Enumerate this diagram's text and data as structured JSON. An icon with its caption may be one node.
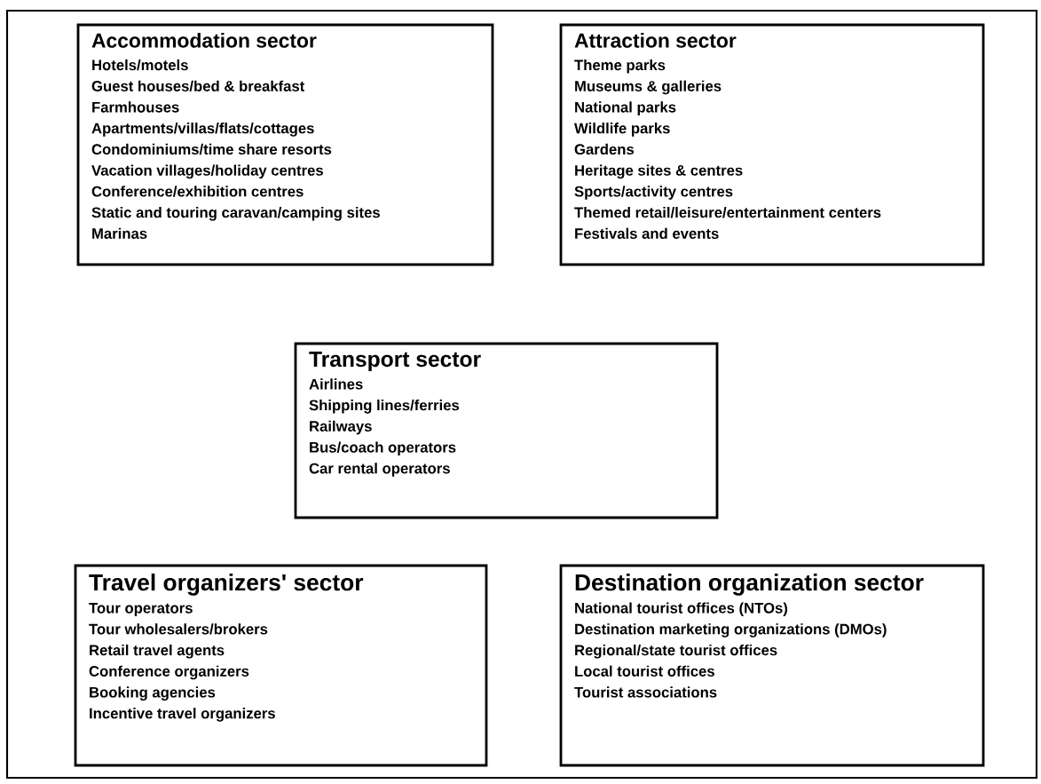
{
  "diagram": {
    "nodes": [
      {
        "text": [
          "Accommodation sector",
          "Hotels/motels",
          "Guest houses/bed & breakfast",
          "Farmhouses",
          "Apartments/villas/flats/cottages",
          "Condominiums/time share resorts",
          "Vacation villages/holiday centres",
          "Conference/exhibition centres",
          "Static and touring caravan/camping sites",
          "Marinas"
        ]
      },
      {
        "text": [
          "Attraction sector",
          "Theme parks",
          "Museums & galleries",
          "National parks",
          "Wildlife parks",
          "Gardens",
          "Heritage sites & centres",
          "Sports/activity centres",
          "Themed retail/leisure/entertainment centers",
          "Festivals and events"
        ]
      },
      {
        "text": [
          "Transport sector",
          "Airlines",
          "Shipping lines/ferries",
          "Railways",
          "Bus/coach operators",
          "Car rental operators"
        ]
      },
      {
        "text": [
          "Travel organizers' sector",
          "Tour operators",
          "Tour wholesalers/brokers",
          "Retail travel agents",
          "Conference organizers",
          "Booking agencies",
          "Incentive travel organizers"
        ]
      },
      {
        "text": [
          "Destination organization sector",
          "National tourist offices (NTOs)",
          "Destination marketing organizations (DMOs)",
          "Regional/state tourist offices",
          "Local tourist offices",
          "Tourist associations"
        ]
      }
    ]
  }
}
